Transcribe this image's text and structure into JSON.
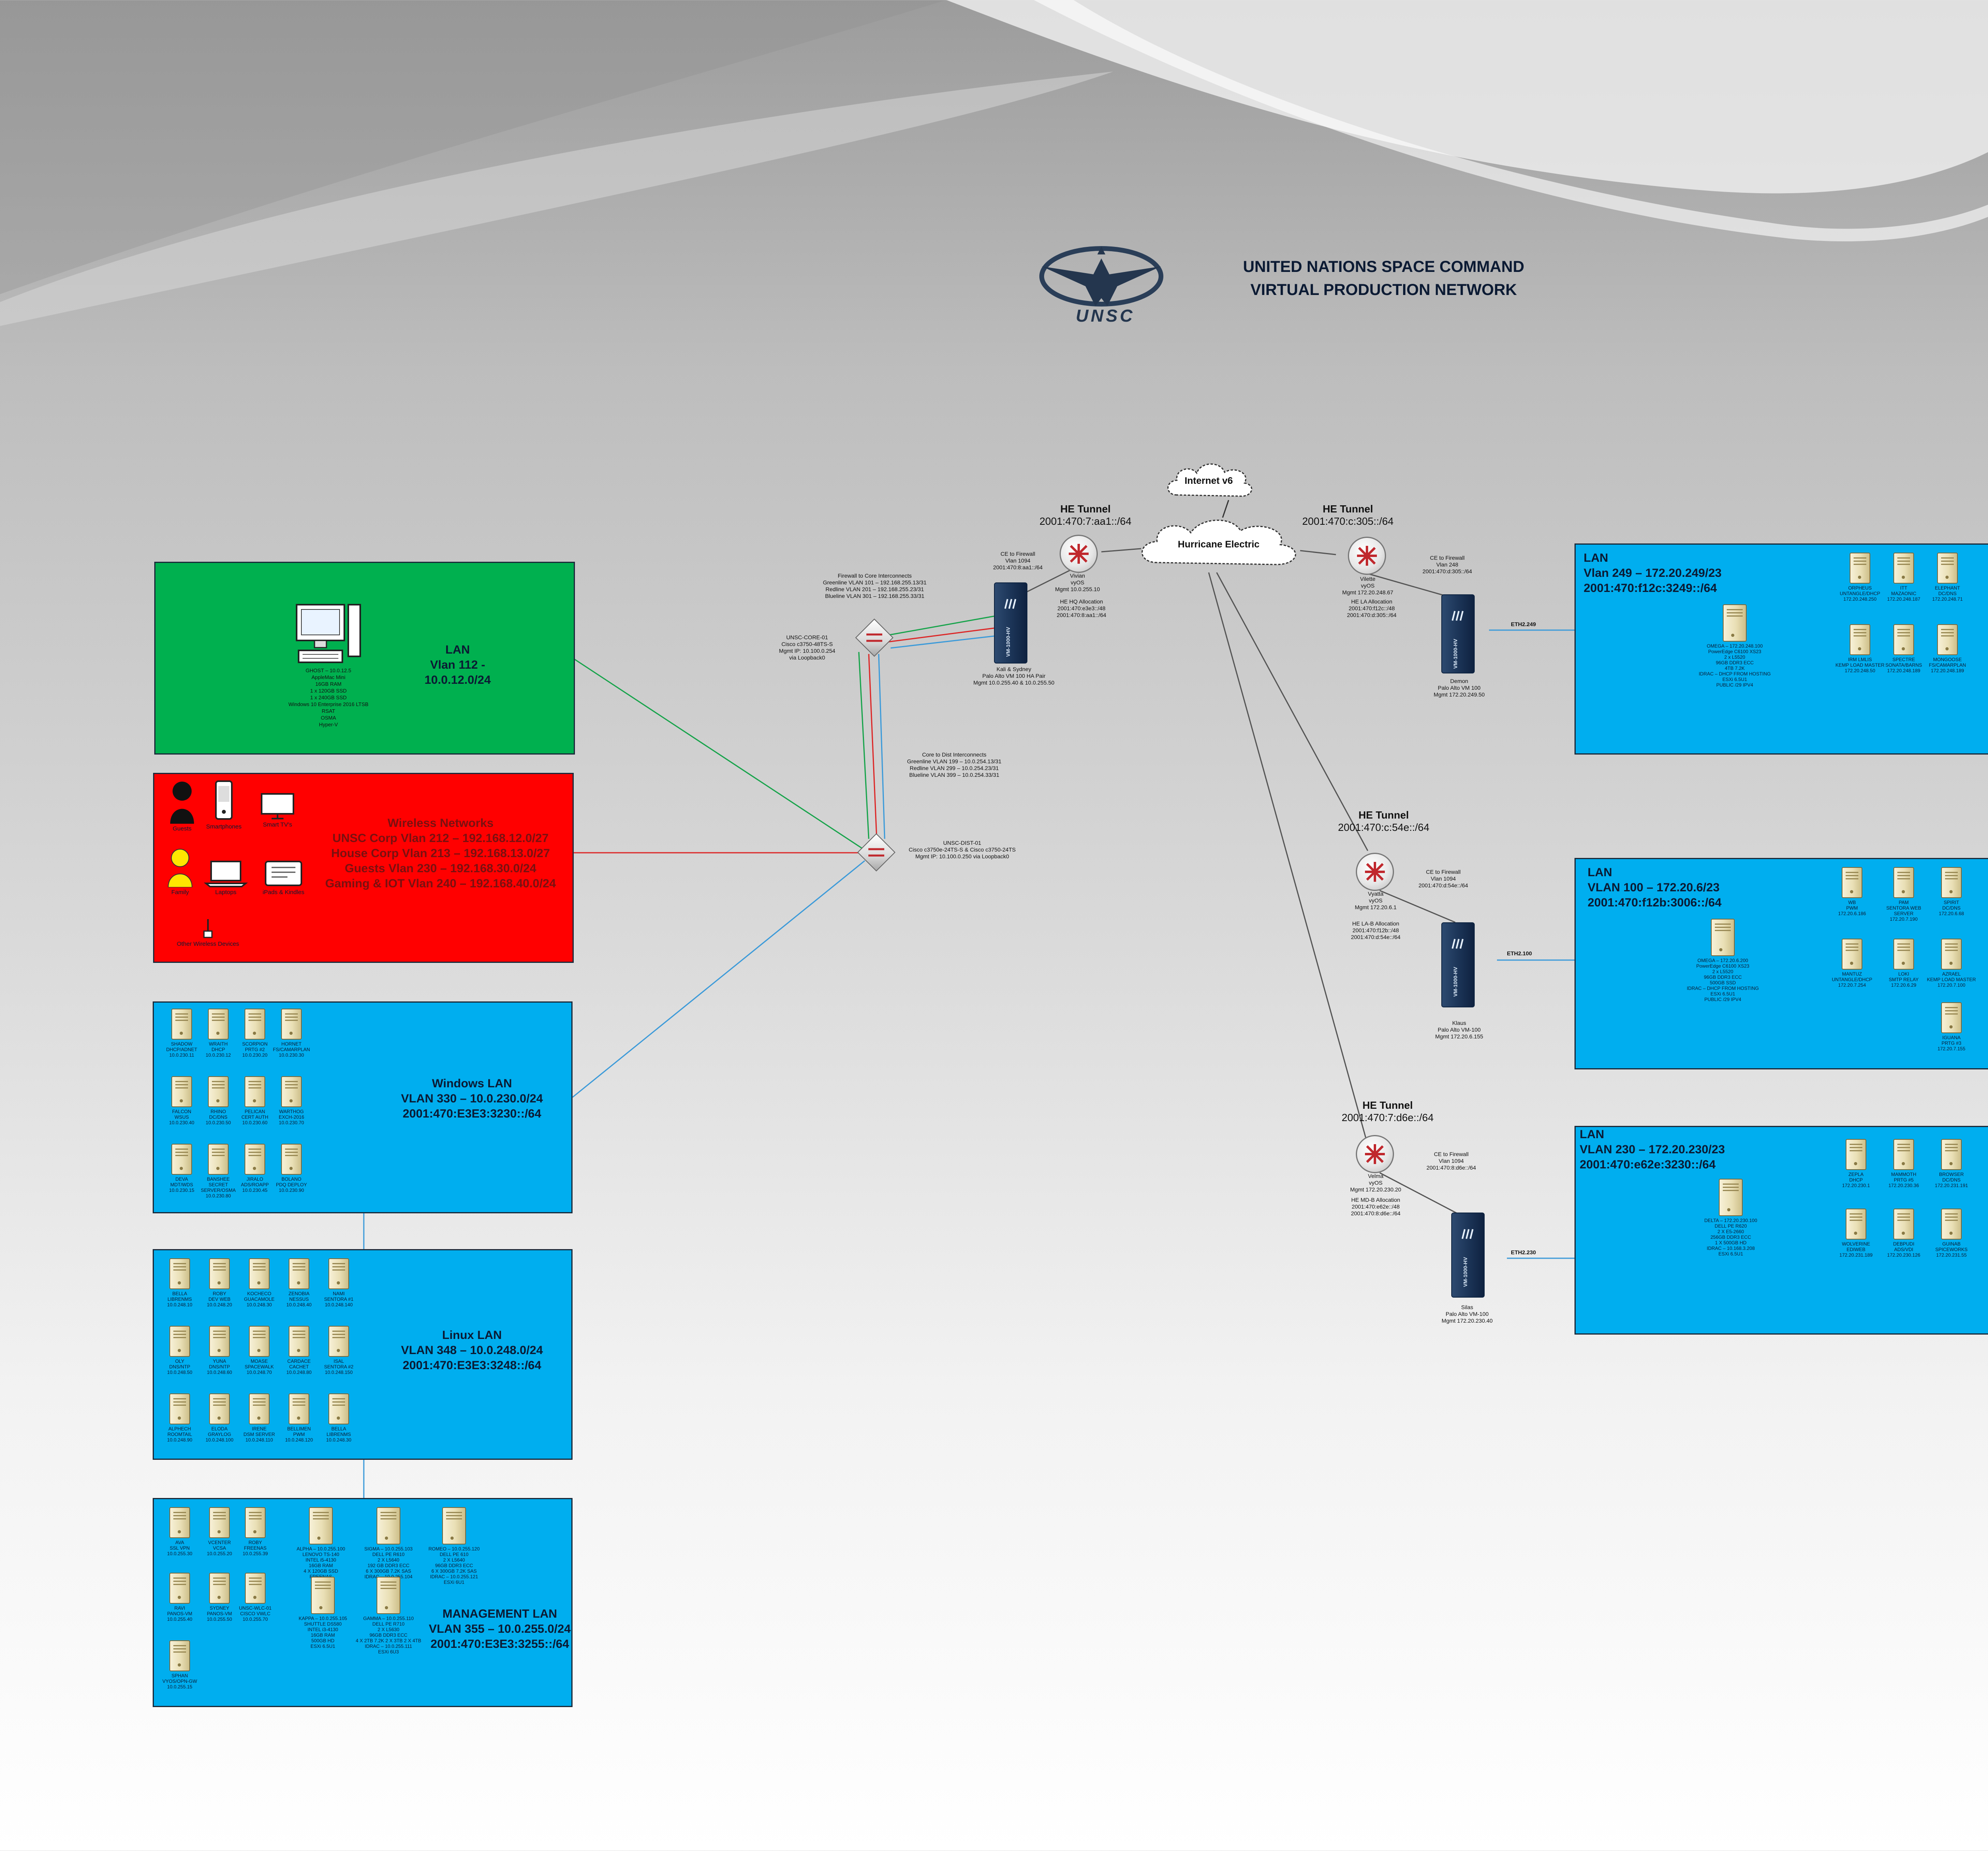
{
  "diagram": {
    "title_line1": "UNITED NATIONS SPACE COMMAND",
    "title_line2": "VIRTUAL PRODUCTION NETWORK",
    "logo_text": "UNSC"
  },
  "clouds": {
    "internet": "Internet v6",
    "he": "Hurricane Electric"
  },
  "tunnels": {
    "hq": {
      "title": "HE Tunnel",
      "prefix": "2001:470:7:aa1::/64"
    },
    "la": {
      "title": "HE Tunnel",
      "prefix": "2001:470:c:305::/64"
    },
    "lab": {
      "title": "HE Tunnel",
      "prefix": "2001:470:c:54e::/64"
    },
    "md": {
      "title": "HE Tunnel",
      "prefix": "2001:470:7:d6e::/64"
    }
  },
  "routers": {
    "vivian": "Vivian\nvyOS\nMgmt 10.0.255.10",
    "vilette": "Vilette\nvyOS\nMgmt 172.20.248.67",
    "vyatta": "Vyatta\nvyOS\nMgmt 172.20.6.1",
    "velma": "Velma\nvyOS\nMgmt 172.20.230.20"
  },
  "notes": {
    "hq_ce": "CE to Firewall\nVlan 1094\n2001:470:8:aa1::/64",
    "hq_alloc": "HE HQ Allocation\n2001:470:e3e3::/48\n2001:470:8:aa1::/64",
    "la_ce": "CE to Firewall\nVlan 248\n2001:470:d:305::/64",
    "la_alloc": "HE LA Allocation\n2001:470:f12c::/48\n2001:470:d:305::/64",
    "lab_ce": "CE to Firewall\nVlan 1094\n2001:470:d:54e::/64",
    "lab_alloc": "HE LA-B Allocation\n2001:470:f12b::/48\n2001:470:d:54e::/64",
    "md_ce": "CE to Firewall\nVlan 1094\n2001:470:8:d6e::/64",
    "md_alloc": "HE MD-B Allocation\n2001:470:e62e::/48\n2001:470:8:d6e::/64",
    "fw_core": "Firewall to Core Interconnects\nGreenline VLAN 101 – 192.168.255.13/31\nRedline VLAN 201 – 192.168.255.23/31\nBlueline VLAN 301 – 192.168.255.33/31",
    "core_dist": "Core to Dist Interconnects\nGreenline VLAN 199 – 10.0.254.13/31\nRedline VLAN 299 – 10.0.254.23/31\nBlueline VLAN 399 – 10.0.254.33/31",
    "core01": "UNSC-CORE-01\nCisco c3750-48TS-S\nMgmt IP: 10.100.0.254\nvia Loopback0",
    "dist01": "UNSC-DIST-01\nCisco c3750e-24TS-S & Cisco c3750-24TS\nMgmt IP: 10.100.0.250 via Loopback0"
  },
  "firewalls": {
    "hq": {
      "model": "VM-1000-HV",
      "label": "Kali & Sydney\nPalo Alto VM 100 HA Pair\nMgmt 10.0.255.40 & 10.0.255.50"
    },
    "la": {
      "model": "VM-1000-HV",
      "label": "Demon\nPalo Alto VM 100\nMgmt 172.20.249.50"
    },
    "lab": {
      "model": "VM-1000-HV",
      "label": "Klaus\nPalo Alto VM-100\nMgmt 172.20.6.155"
    },
    "md": {
      "model": "VM-1000-HV",
      "label": "Silas\nPalo Alto VM-100\nMgmt 172.20.230.40"
    }
  },
  "eth_labels": {
    "la": "ETH2.249",
    "lab": "ETH2.100",
    "md": "ETH2.230"
  },
  "panels": {
    "lan112": {
      "title": "LAN\nVlan 112 - 10.0.12.0/24",
      "pc_label": "GHOST – 10.0.12.5\nAppleMac Mini\n16GB RAM\n1 x 120GB SSD\n1 x 240GB SSD\nWindows 10 Enterprise 2016 LTSB\nRSAT\nOSMA\nHyper-V"
    },
    "wireless": {
      "title": "Wireless Networks\nUNSC Corp Vlan 212 – 192.168.12.0/27\nHouse Corp Vlan 213 – 192.168.13.0/27\nGuests Vlan 230 – 192.168.30.0/24\nGaming & IOT Vlan 240 – 192.168.40.0/24",
      "icons": [
        "Guests",
        "Smartphones",
        "Smart TV's",
        "Family",
        "Laptops",
        "iPads & Kindles",
        "Other Wireless Devices"
      ]
    },
    "windows": {
      "title": "Windows LAN\nVLAN 330 – 10.0.230.0/24\n2001:470:E3E3:3230::/64",
      "servers": [
        "SHADOW\nDHCP/ADNET\n10.0.230.11",
        "WRAITH\nDHCP\n10.0.230.12",
        "SCORPION\nPRTG #2\n10.0.230.20",
        "HORNET\nFS/CAMARPLAN\n10.0.230.30",
        "FALCON\nWSUS\n10.0.230.40",
        "RHINO\nDC/DNS\n10.0.230.50",
        "PELICAN\nCERT AUTH\n10.0.230.60",
        "WARTHOG\nEXCH-2016\n10.0.230.70",
        "DEVA\nMDT/WDS\n10.0.230.15",
        "BANSHEE\nSECRET SERVER/OSMA\n10.0.230.80",
        "JIRALO\nADS/ROAPP\n10.0.230.45",
        "BOLANO\nPDQ DEPLOY\n10.0.230.90"
      ]
    },
    "linux": {
      "title": "Linux LAN\nVLAN 348 – 10.0.248.0/24\n2001:470:E3E3:3248::/64",
      "servers": [
        "BELLA\nLIBRENMS\n10.0.248.10",
        "ROBY\nDEV WEB\n10.0.248.20",
        "KOCHECO\nGUACAMOLE\n10.0.248.30",
        "ZENOBIA\nNESSUS\n10.0.248.40",
        "NAMI\nSENTORA #1\n10.0.248.140",
        "OLY\nDNS/NTP\n10.0.248.50",
        "YUNA\nDNS/NTP\n10.0.248.60",
        "MOASE\nSPACEWALK\n10.0.248.70",
        "CARDACE\nCACHET\n10.0.248.80",
        "ISAL\nSENTORA #2\n10.0.248.150",
        "ALPHECH\nROOMTAIL\n10.0.248.90",
        "ELODA\nGRAYLOG\n10.0.248.100",
        "IRENE\nDSM SERVER\n10.0.248.110",
        "BELLIMEN\nPWM\n10.0.248.120",
        "BELLA\nLIBRENMS\n10.0.248.30"
      ]
    },
    "mgmt": {
      "title": "MANAGEMENT LAN\nVLAN 355 – 10.0.255.0/24\n2001:470:E3E3:3255::/64",
      "servers": [
        "AVA\nSSL VPN\n10.0.255.30",
        "VCENTER\nVCSA\n10.0.255.20",
        "ROBY\nFREENAS\n10.0.255.39",
        "RAVI\nPANOS-VM\n10.0.255.40",
        "SYDNEY\nPANOS-VM\n10.0.255.50",
        "UNSC-WLC-01\nCISCO VWLC\n10.0.255.70",
        "SPHAN\nVYOS/OPN-GW\n10.0.255.15"
      ],
      "hosts": [
        "ALPHA – 10.0.255.100\nLENOVO TS-140\nINTEL i5-4130\n16GB RAM\n4 X 120GB SSD\nFREENAS",
        "SIGMA – 10.0.255.103\nDELL PE R610\n2 X L5640\n192 GB DDR3 ECC\n6 X 300GB 7.2K SAS\nIDRAC – 10.0.255.104\nESXi 6U3",
        "ROMEO – 10.0.255.120\nDELL PE 610\n2 X L5640\n96GB DDR3 ECC\n6 X 300GB 7.2K SAS\nIDRAC – 10.0.255.121\nESXi 6U1",
        "KAPPA – 10.0.255.105\nSHUTTLE DS580\nINTEL i3-4130\n16GB RAM\n500GB HD\nESXi 6.5U1",
        "GAMMA – 10.0.255.110\nDELL PE R710\n2 X L5630\n96GB DDR3 ECC\n4 X 2TB 7.2K 2 X 3TB 2 X 4TB\nIDRAC – 10.0.255.111\nESXi 6U3"
      ]
    },
    "la249": {
      "title": "LAN\nVlan 249 – 172.20.249/23\n2001:470:f12c:3249::/64",
      "host": "OMEGA – 172.20.248.100\nPowerEdge C6100 XS23\n2 x L5520\n96GB DDR3 ECC\n4TB 7.2K\nIDRAC – DHCP FROM HOSTING\nESXi 6.5U1\nPUBLIC /29 IPV4",
      "servers": [
        "ORPHEUS\nUNTANGLE/DHCP\n172.20.248.250",
        "ITT\nMAZAONIC\n172.20.248.187",
        "ELEPHANT\nDC/DNS\n172.20.248.71",
        "IRM LMLIS\nKEMP LOAD MASTER\n172.20.248.50",
        "SPECTRE\nSONATA/BARNS\n172.20.248.189",
        "MONGOOSE\nFS/CAMARPLAN\n172.20.248.189"
      ]
    },
    "la100": {
      "title": "LAN\nVLAN 100 – 172.20.6/23\n2001:470:f12b:3006::/64",
      "host": "OMEGA – 172.20.6.200\nPowerEdge C6100 XS23\n2 x L5520\n96GB DDR3 ECC\n500GB SSD\nIDRAC – DHCP FROM HOSTING\nESXi 6.5U1\nPUBLIC /29 IPV4",
      "servers": [
        "WB\nPWM\n172.20.6.186",
        "PAM\nSENTORA WEB SERVER\n172.20.7.190",
        "SPIRIT\nDC/DNS\n172.20.6.68",
        "MANTUZ\nUNTANGLE/DHCP\n172.20.7.254",
        "LOKI\nSMTP RELAY\n172.20.6.29",
        "AZRAEL\nKEMP LOAD MASTER\n172.20.7.100",
        "IGUANA\nPRTG #3\n172.20.7.155"
      ]
    },
    "md230": {
      "title": "LAN\nVLAN 230 – 172.20.230/23\n2001:470:e62e:3230::/64",
      "host": "DELTA – 172.20.230.100\nDELL PE R620\n2 X E5-2660\n256GB DDR3 ECC\n1 X 500GB HD\nIDRAC – 10.168.3.208\nESXi 6.5U1",
      "servers": [
        "ZEPLA\nDHCP\n172.20.230.1",
        "MAMMOTH\nPRTG #5\n172.20.230.36",
        "BROWSER\nDC/DNS\n172.20.231.191",
        "WOLVERINE\nEDIWEB\n172.20.231.189",
        "DEBPUDI\nADS/VDI\n172.20.230.126",
        "GUINAB\nSPICEWORKS\n172.20.231.55"
      ]
    }
  },
  "link_colors": {
    "green": "#16a34a",
    "red": "#dc2626",
    "blue": "#3b9ad9",
    "gray": "#555555"
  }
}
